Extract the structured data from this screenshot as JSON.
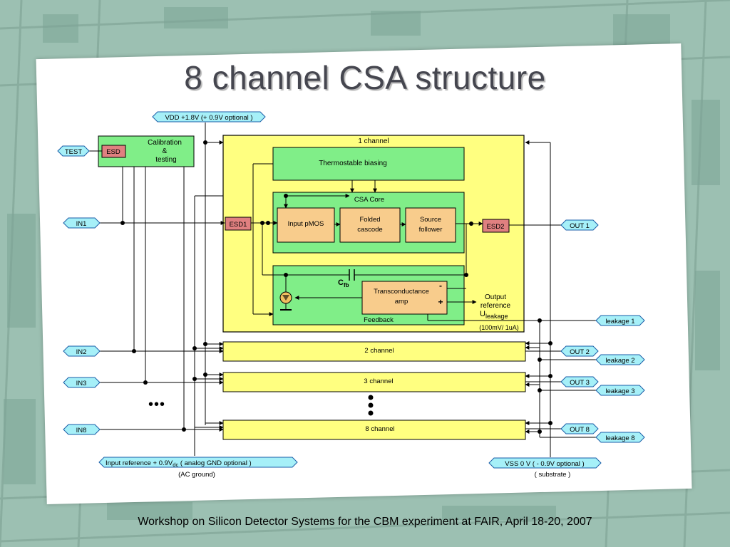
{
  "title": "8 channel CSA structure",
  "footer": "Workshop on Silicon Detector Systems for the CBM experiment at FAIR, April 18-20, 2007",
  "colors": {
    "slide_background": "#9cc0b2",
    "channel_fill": "#ffff80",
    "block_fill": "#80ee88",
    "core_block_fill": "#f8cc8c",
    "esd_fill": "#e08080",
    "terminal_fill": "#a6f0f8"
  },
  "terminals": {
    "vdd": "VDD +1.8V  (+ 0.9V optional )",
    "test": "TEST",
    "in1": "IN1",
    "in2": "IN2",
    "in3": "IN3",
    "in8": "IN8",
    "out1": "OUT 1",
    "out2": "OUT 2",
    "out3": "OUT 3",
    "out8": "OUT 8",
    "leakage1": "leakage 1",
    "leakage2": "leakage 2",
    "leakage3": "leakage 3",
    "leakage8": "leakage 8",
    "input_ref_a": "Input reference   + 0.9V",
    "input_ref_sub": "dc",
    "input_ref_b": "   ( analog GND optional )",
    "input_ref_note": "(AC ground)",
    "vss": "VSS  0 V   ( - 0.9V optional )",
    "vss_note": "( substrate )"
  },
  "blocks": {
    "channel1": "1 channel",
    "calibration": [
      "Calibration",
      "&",
      "testing"
    ],
    "esd": "ESD",
    "esd1": "ESD1",
    "esd2": "ESD2",
    "biasing": "Thermostable  biasing",
    "csa_core": "CSA  Core",
    "input_pmos": "Input pMOS",
    "folded_cascode": [
      "Folded",
      "cascode"
    ],
    "source_follower": [
      "Source",
      "follower"
    ],
    "transconductance": [
      "Transconductance",
      "amp"
    ],
    "feedback": "Feedback",
    "cfb": "C",
    "cfb_sub": "fb",
    "output_reference": [
      "Output",
      "reference"
    ],
    "u_leakage": "U",
    "u_leakage_sub": "leakage",
    "leak_scale": "(100mV/ 1uA)",
    "minus": "-",
    "plus": "+",
    "channel2": "2 channel",
    "channel3": "3 channel",
    "channel8": "8 channel"
  },
  "ellipsis_dots": "•••"
}
